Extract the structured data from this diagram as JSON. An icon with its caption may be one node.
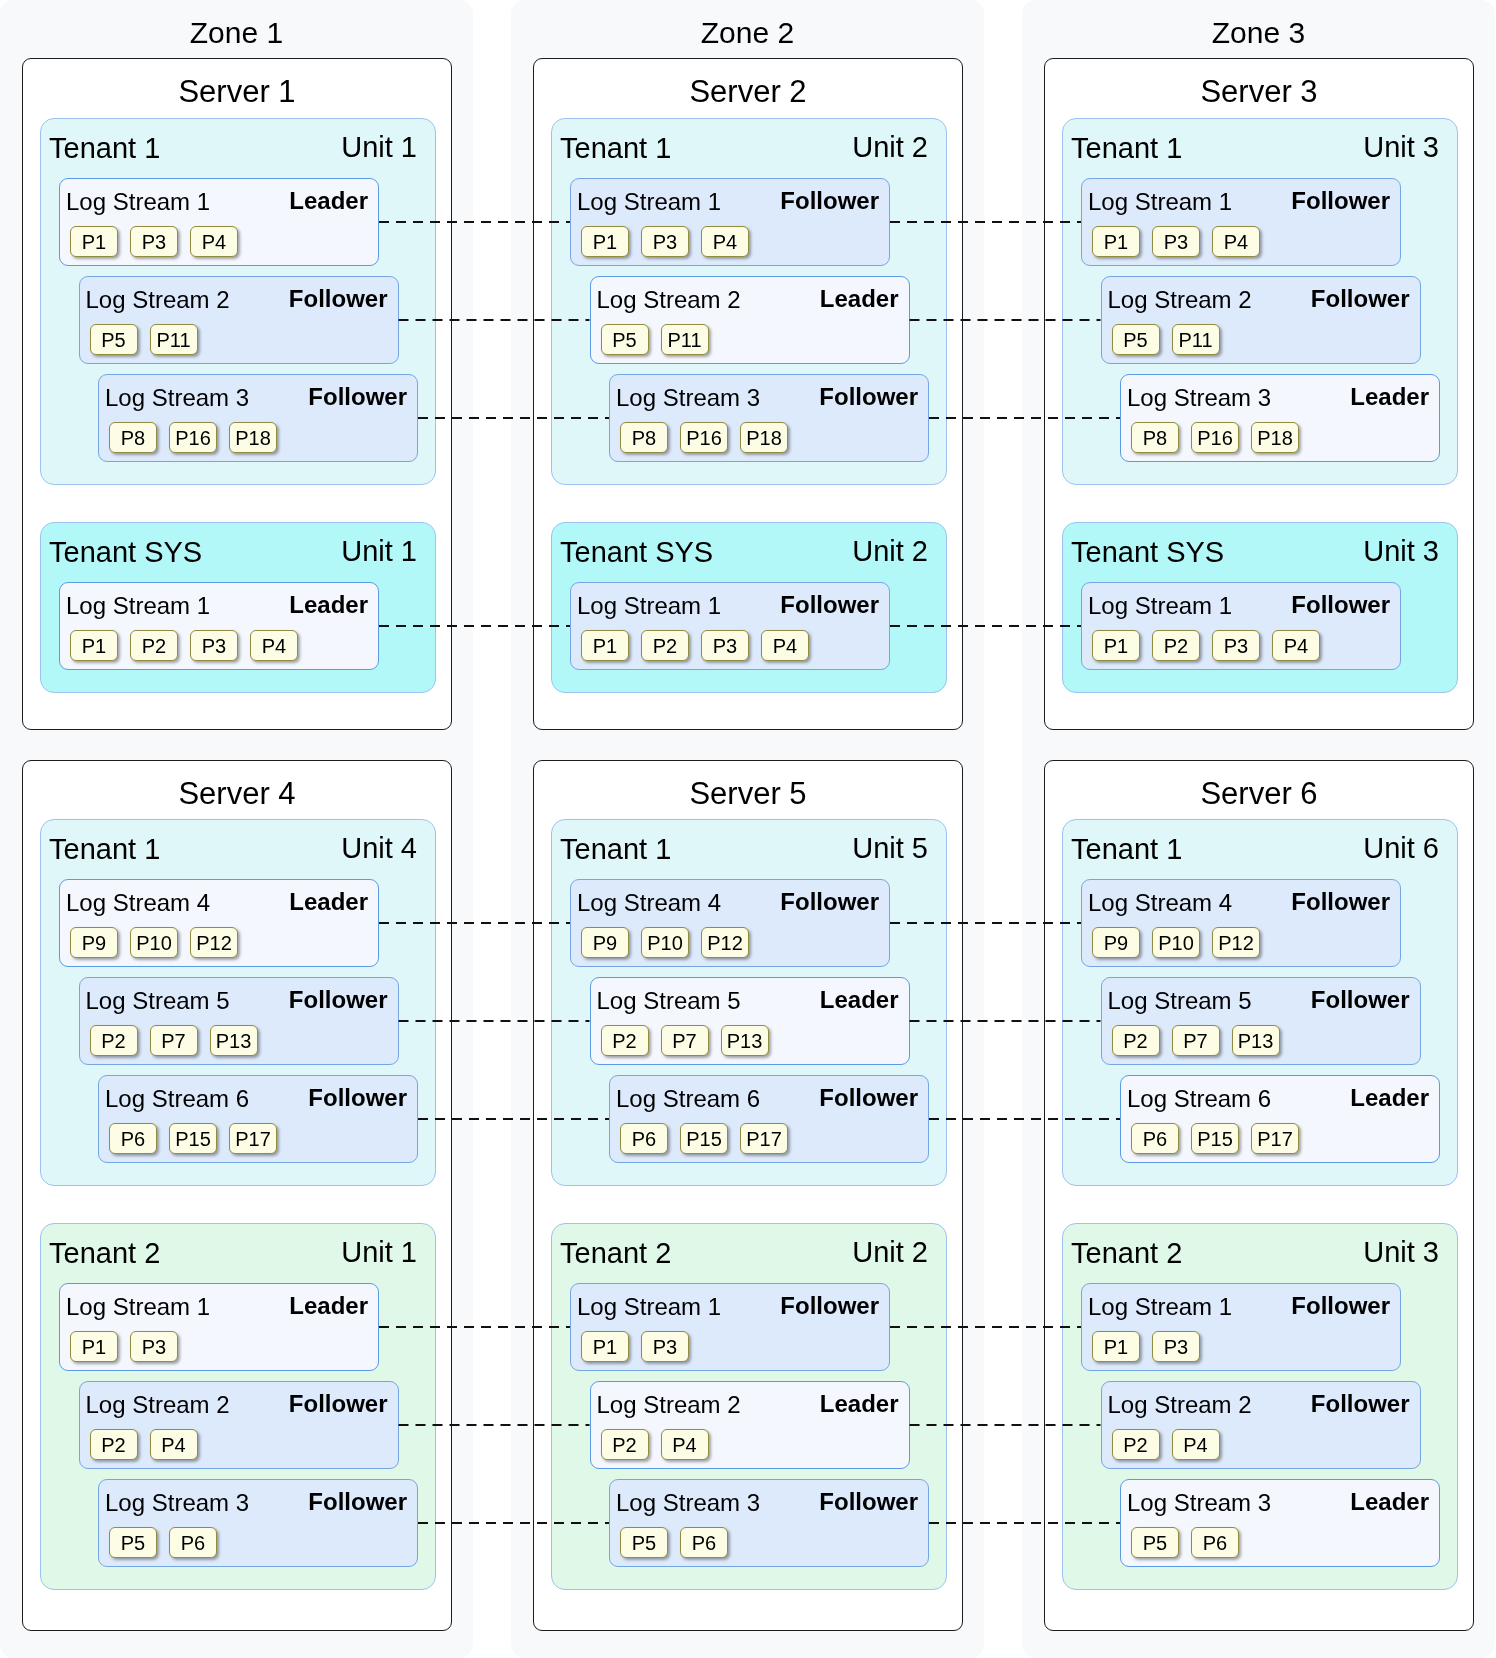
{
  "diagram": {
    "nodes": [
      {
        "text": [
          "Zone 1"
        ]
      },
      {
        "text": [
          "Server 1"
        ],
        "in": 0
      },
      {
        "text": [
          "Tenant 1",
          "Unit 1"
        ],
        "in": 1
      },
      {
        "text": [
          "Log Stream 1",
          "Leader"
        ],
        "in": 2
      },
      {
        "text": [
          "P1"
        ],
        "in": 3
      },
      {
        "text": [
          "P3"
        ],
        "in": 3
      },
      {
        "text": [
          "P4"
        ],
        "in": 3
      },
      {
        "text": [
          "Log Stream 2",
          "Follower"
        ],
        "in": 2
      },
      {
        "text": [
          "P5"
        ],
        "in": 7
      },
      {
        "text": [
          "P11"
        ],
        "in": 7
      },
      {
        "text": [
          "Log Stream 3",
          "Follower"
        ],
        "in": 2
      },
      {
        "text": [
          "P8"
        ],
        "in": 10
      },
      {
        "text": [
          "P16"
        ],
        "in": 10
      },
      {
        "text": [
          "P18"
        ],
        "in": 10
      },
      {
        "text": [
          "Tenant SYS",
          "Unit 1"
        ],
        "in": 1
      },
      {
        "text": [
          "Log Stream 1",
          "Leader"
        ],
        "in": 14
      },
      {
        "text": [
          "P1"
        ],
        "in": 15
      },
      {
        "text": [
          "P2"
        ],
        "in": 15
      },
      {
        "text": [
          "P3"
        ],
        "in": 15
      },
      {
        "text": [
          "P4"
        ],
        "in": 15
      },
      {
        "text": [
          "Server 4"
        ],
        "in": 0
      },
      {
        "text": [
          "Tenant 1",
          "Unit 4"
        ],
        "in": 20
      },
      {
        "text": [
          "Log Stream 4",
          "Leader"
        ],
        "in": 21
      },
      {
        "text": [
          "P9"
        ],
        "in": 22
      },
      {
        "text": [
          "P10"
        ],
        "in": 22
      },
      {
        "text": [
          "P12"
        ],
        "in": 22
      },
      {
        "text": [
          "Log Stream 5",
          "Follower"
        ],
        "in": 21
      },
      {
        "text": [
          "P2"
        ],
        "in": 26
      },
      {
        "text": [
          "P7"
        ],
        "in": 26
      },
      {
        "text": [
          "P13"
        ],
        "in": 26
      },
      {
        "text": [
          "Log Stream 6",
          "Follower"
        ],
        "in": 21
      },
      {
        "text": [
          "P6"
        ],
        "in": 30
      },
      {
        "text": [
          "P15"
        ],
        "in": 30
      },
      {
        "text": [
          "P17"
        ],
        "in": 30
      },
      {
        "text": [
          "Tenant 2",
          "Unit 1"
        ],
        "in": 20
      },
      {
        "text": [
          "Log Stream 1",
          "Leader"
        ],
        "in": 34
      },
      {
        "text": [
          "P1"
        ],
        "in": 35
      },
      {
        "text": [
          "P3"
        ],
        "in": 35
      },
      {
        "text": [
          "Log Stream 2",
          "Follower"
        ],
        "in": 34
      },
      {
        "text": [
          "P2"
        ],
        "in": 38
      },
      {
        "text": [
          "P4"
        ],
        "in": 38
      },
      {
        "text": [
          "Log Stream 3",
          "Follower"
        ],
        "in": 34
      },
      {
        "text": [
          "P5"
        ],
        "in": 41
      },
      {
        "text": [
          "P6"
        ],
        "in": 41
      },
      {
        "text": [
          "Zone 2"
        ]
      },
      {
        "text": [
          "Server 2"
        ],
        "in": 44
      },
      {
        "text": [
          "Tenant 1",
          "Unit 2"
        ],
        "in": 45
      },
      {
        "text": [
          "Log Stream 1",
          "Follower"
        ],
        "in": 46
      },
      {
        "text": [
          "P1"
        ],
        "in": 47
      },
      {
        "text": [
          "P3"
        ],
        "in": 47
      },
      {
        "text": [
          "P4"
        ],
        "in": 47
      },
      {
        "text": [
          "Log Stream 2",
          "Leader"
        ],
        "in": 46
      },
      {
        "text": [
          "P5"
        ],
        "in": 51
      },
      {
        "text": [
          "P11"
        ],
        "in": 51
      },
      {
        "text": [
          "Log Stream 3",
          "Follower"
        ],
        "in": 46
      },
      {
        "text": [
          "P8"
        ],
        "in": 54
      },
      {
        "text": [
          "P16"
        ],
        "in": 54
      },
      {
        "text": [
          "P18"
        ],
        "in": 54
      },
      {
        "text": [
          "Tenant SYS",
          "Unit 2"
        ],
        "in": 45
      },
      {
        "text": [
          "Log Stream 1",
          "Follower"
        ],
        "in": 58
      },
      {
        "text": [
          "P1"
        ],
        "in": 59
      },
      {
        "text": [
          "P2"
        ],
        "in": 59
      },
      {
        "text": [
          "P3"
        ],
        "in": 59
      },
      {
        "text": [
          "P4"
        ],
        "in": 59
      },
      {
        "text": [
          "Server 5"
        ],
        "in": 44
      },
      {
        "text": [
          "Tenant 1",
          "Unit 5"
        ],
        "in": 64
      },
      {
        "text": [
          "Log Stream 4",
          "Follower"
        ],
        "in": 65
      },
      {
        "text": [
          "P9"
        ],
        "in": 66
      },
      {
        "text": [
          "P10"
        ],
        "in": 66
      },
      {
        "text": [
          "P12"
        ],
        "in": 66
      },
      {
        "text": [
          "Log Stream 5",
          "Leader"
        ],
        "in": 65
      },
      {
        "text": [
          "P2"
        ],
        "in": 70
      },
      {
        "text": [
          "P7"
        ],
        "in": 70
      },
      {
        "text": [
          "P13"
        ],
        "in": 70
      },
      {
        "text": [
          "Log Stream 6",
          "Follower"
        ],
        "in": 65
      },
      {
        "text": [
          "P6"
        ],
        "in": 74
      },
      {
        "text": [
          "P15"
        ],
        "in": 74
      },
      {
        "text": [
          "P17"
        ],
        "in": 74
      },
      {
        "text": [
          "Tenant 2",
          "Unit 2"
        ],
        "in": 64
      },
      {
        "text": [
          "Log Stream 1",
          "Follower"
        ],
        "in": 78
      },
      {
        "text": [
          "P1"
        ],
        "in": 79
      },
      {
        "text": [
          "P3"
        ],
        "in": 79
      },
      {
        "text": [
          "Log Stream 2",
          "Leader"
        ],
        "in": 78
      },
      {
        "text": [
          "P2"
        ],
        "in": 82
      },
      {
        "text": [
          "P4"
        ],
        "in": 82
      },
      {
        "text": [
          "Log Stream 3",
          "Follower"
        ],
        "in": 78
      },
      {
        "text": [
          "P5"
        ],
        "in": 85
      },
      {
        "text": [
          "P6"
        ],
        "in": 85
      },
      {
        "text": [
          "Zone 3"
        ]
      },
      {
        "text": [
          "Server 3"
        ],
        "in": 88
      },
      {
        "text": [
          "Tenant 1",
          "Unit 3"
        ],
        "in": 89
      },
      {
        "text": [
          "Log Stream 1",
          "Follower"
        ],
        "in": 90
      },
      {
        "text": [
          "P1"
        ],
        "in": 91
      },
      {
        "text": [
          "P3"
        ],
        "in": 91
      },
      {
        "text": [
          "P4"
        ],
        "in": 91
      },
      {
        "text": [
          "Log Stream 2",
          "Follower"
        ],
        "in": 90
      },
      {
        "text": [
          "P5"
        ],
        "in": 95
      },
      {
        "text": [
          "P11"
        ],
        "in": 95
      },
      {
        "text": [
          "Log Stream 3",
          "Leader"
        ],
        "in": 90
      },
      {
        "text": [
          "P8"
        ],
        "in": 98
      },
      {
        "text": [
          "P16"
        ],
        "in": 98
      },
      {
        "text": [
          "P18"
        ],
        "in": 98
      },
      {
        "text": [
          "Tenant SYS",
          "Unit 3"
        ],
        "in": 89
      },
      {
        "text": [
          "Log Stream 1",
          "Follower"
        ],
        "in": 102
      },
      {
        "text": [
          "P1"
        ],
        "in": 103
      },
      {
        "text": [
          "P2"
        ],
        "in": 103
      },
      {
        "text": [
          "P3"
        ],
        "in": 103
      },
      {
        "text": [
          "P4"
        ],
        "in": 103
      },
      {
        "text": [
          "Server 6"
        ],
        "in": 88
      },
      {
        "text": [
          "Tenant 1",
          "Unit 6"
        ],
        "in": 108
      },
      {
        "text": [
          "Log Stream 4",
          "Follower"
        ],
        "in": 109
      },
      {
        "text": [
          "P9"
        ],
        "in": 110
      },
      {
        "text": [
          "P10"
        ],
        "in": 110
      },
      {
        "text": [
          "P12"
        ],
        "in": 110
      },
      {
        "text": [
          "Log Stream 5",
          "Follower"
        ],
        "in": 109
      },
      {
        "text": [
          "P2"
        ],
        "in": 114
      },
      {
        "text": [
          "P7"
        ],
        "in": 114
      },
      {
        "text": [
          "P13"
        ],
        "in": 114
      },
      {
        "text": [
          "Log Stream 6",
          "Leader"
        ],
        "in": 109
      },
      {
        "text": [
          "P6"
        ],
        "in": 118
      },
      {
        "text": [
          "P15"
        ],
        "in": 118
      },
      {
        "text": [
          "P17"
        ],
        "in": 118
      },
      {
        "text": [
          "Tenant 2",
          "Unit 3"
        ],
        "in": 108
      },
      {
        "text": [
          "Log Stream 1",
          "Follower"
        ],
        "in": 122
      },
      {
        "text": [
          "P1"
        ],
        "in": 123
      },
      {
        "text": [
          "P3"
        ],
        "in": 123
      },
      {
        "text": [
          "Log Stream 2",
          "Follower"
        ],
        "in": 122
      },
      {
        "text": [
          "P2"
        ],
        "in": 126
      },
      {
        "text": [
          "P4"
        ],
        "in": 126
      },
      {
        "text": [
          "Log Stream 3",
          "Leader"
        ],
        "in": 122
      },
      {
        "text": [
          "P5"
        ],
        "in": 129
      },
      {
        "text": [
          "P6"
        ],
        "in": 129
      }
    ],
    "edges": [
      {
        "from": 3,
        "to": 47,
        "arrow": "none",
        "style": "dashed"
      },
      {
        "from": 47,
        "to": 91,
        "arrow": "none",
        "style": "dashed"
      },
      {
        "from": 7,
        "to": 51,
        "arrow": "none",
        "style": "dashed"
      },
      {
        "from": 51,
        "to": 95,
        "arrow": "none",
        "style": "dashed"
      },
      {
        "from": 10,
        "to": 54,
        "arrow": "none",
        "style": "dashed"
      },
      {
        "from": 54,
        "to": 98,
        "arrow": "none",
        "style": "dashed"
      },
      {
        "from": 15,
        "to": 59,
        "arrow": "none",
        "style": "dashed"
      },
      {
        "from": 59,
        "to": 103,
        "arrow": "none",
        "style": "dashed"
      },
      {
        "from": 22,
        "to": 66,
        "arrow": "none",
        "style": "dashed"
      },
      {
        "from": 66,
        "to": 110,
        "arrow": "none",
        "style": "dashed"
      },
      {
        "from": 26,
        "to": 70,
        "arrow": "none",
        "style": "dashed"
      },
      {
        "from": 70,
        "to": 114,
        "arrow": "none",
        "style": "dashed"
      },
      {
        "from": 30,
        "to": 74,
        "arrow": "none",
        "style": "dashed"
      },
      {
        "from": 74,
        "to": 118,
        "arrow": "none",
        "style": "dashed"
      },
      {
        "from": 35,
        "to": 79,
        "arrow": "none",
        "style": "dashed"
      },
      {
        "from": 79,
        "to": 123,
        "arrow": "none",
        "style": "dashed"
      },
      {
        "from": 38,
        "to": 82,
        "arrow": "none",
        "style": "dashed"
      },
      {
        "from": 82,
        "to": 126,
        "arrow": "none",
        "style": "dashed"
      },
      {
        "from": 41,
        "to": 85,
        "arrow": "none",
        "style": "dashed"
      },
      {
        "from": 85,
        "to": 129,
        "arrow": "none",
        "style": "dashed"
      }
    ]
  }
}
